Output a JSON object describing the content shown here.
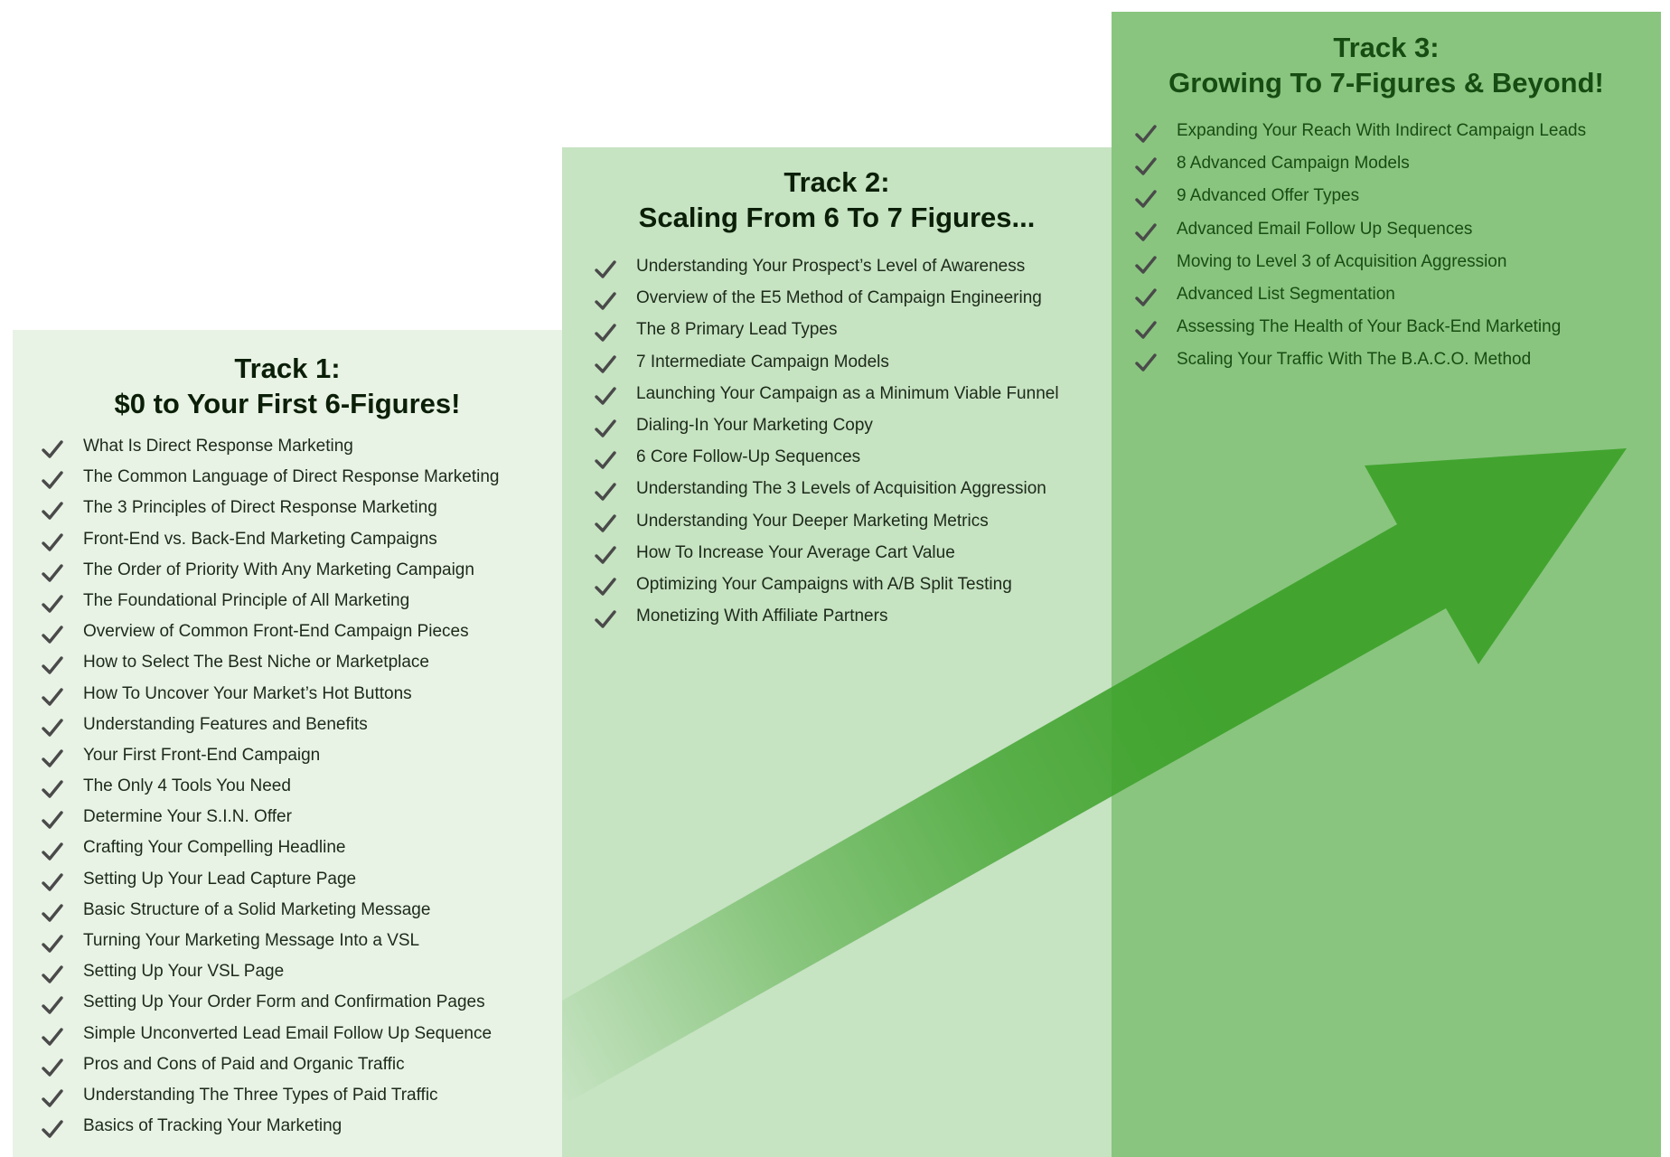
{
  "colors": {
    "track1_bg": "#e8f3e5",
    "track2_bg": "#c6e3c2",
    "track3_bg": "#89c57f",
    "arrow": "#3ea22b",
    "check": "#4a4a4a"
  },
  "tracks": [
    {
      "title_line1": "Track 1:",
      "title_line2": "$0 to Your First 6-Figures!",
      "items": [
        "What Is Direct Response Marketing",
        "The Common Language of Direct Response Marketing",
        "The 3 Principles of Direct Response Marketing",
        "Front-End vs. Back-End Marketing Campaigns",
        "The Order of Priority With Any Marketing Campaign",
        "The Foundational Principle of All Marketing",
        "Overview of Common Front-End Campaign Pieces",
        "How to Select The Best Niche or Marketplace",
        "How To Uncover Your Market’s Hot Buttons",
        "Understanding Features and Benefits",
        "Your First Front-End Campaign",
        "The Only 4 Tools You Need",
        "Determine Your S.I.N. Offer",
        "Crafting Your Compelling Headline",
        "Setting Up Your Lead Capture Page",
        "Basic Structure of a Solid Marketing Message",
        "Turning Your Marketing Message Into a VSL",
        "Setting Up Your VSL Page",
        "Setting Up Your Order Form and Confirmation Pages",
        "Simple Unconverted Lead Email Follow Up Sequence",
        "Pros and Cons of Paid and Organic Traffic",
        "Understanding The Three Types of Paid Traffic",
        "Basics of Tracking Your Marketing"
      ]
    },
    {
      "title_line1": "Track 2:",
      "title_line2": "Scaling From 6 To 7 Figures...",
      "items": [
        "Understanding Your Prospect’s Level of Awareness",
        "Overview of the E5 Method of Campaign Engineering",
        "The 8 Primary Lead Types",
        "7 Intermediate Campaign Models",
        "Launching Your Campaign as a Minimum Viable Funnel",
        "Dialing-In Your Marketing Copy",
        "6 Core Follow-Up Sequences",
        "Understanding The 3 Levels of Acquisition Aggression",
        "Understanding Your Deeper Marketing Metrics",
        "How To Increase Your Average Cart Value",
        "Optimizing Your Campaigns with A/B Split Testing",
        "Monetizing With Affiliate Partners"
      ]
    },
    {
      "title_line1": "Track 3:",
      "title_line2": "Growing To 7-Figures & Beyond!",
      "items": [
        "Expanding Your Reach With Indirect Campaign Leads",
        "8 Advanced Campaign Models",
        "9 Advanced Offer Types",
        "Advanced Email Follow Up Sequences",
        "Moving to Level 3 of Acquisition Aggression",
        "Advanced List Segmentation",
        "Assessing The Health of Your Back-End Marketing",
        "Scaling Your Traffic With The B.A.C.O. Method"
      ]
    }
  ]
}
